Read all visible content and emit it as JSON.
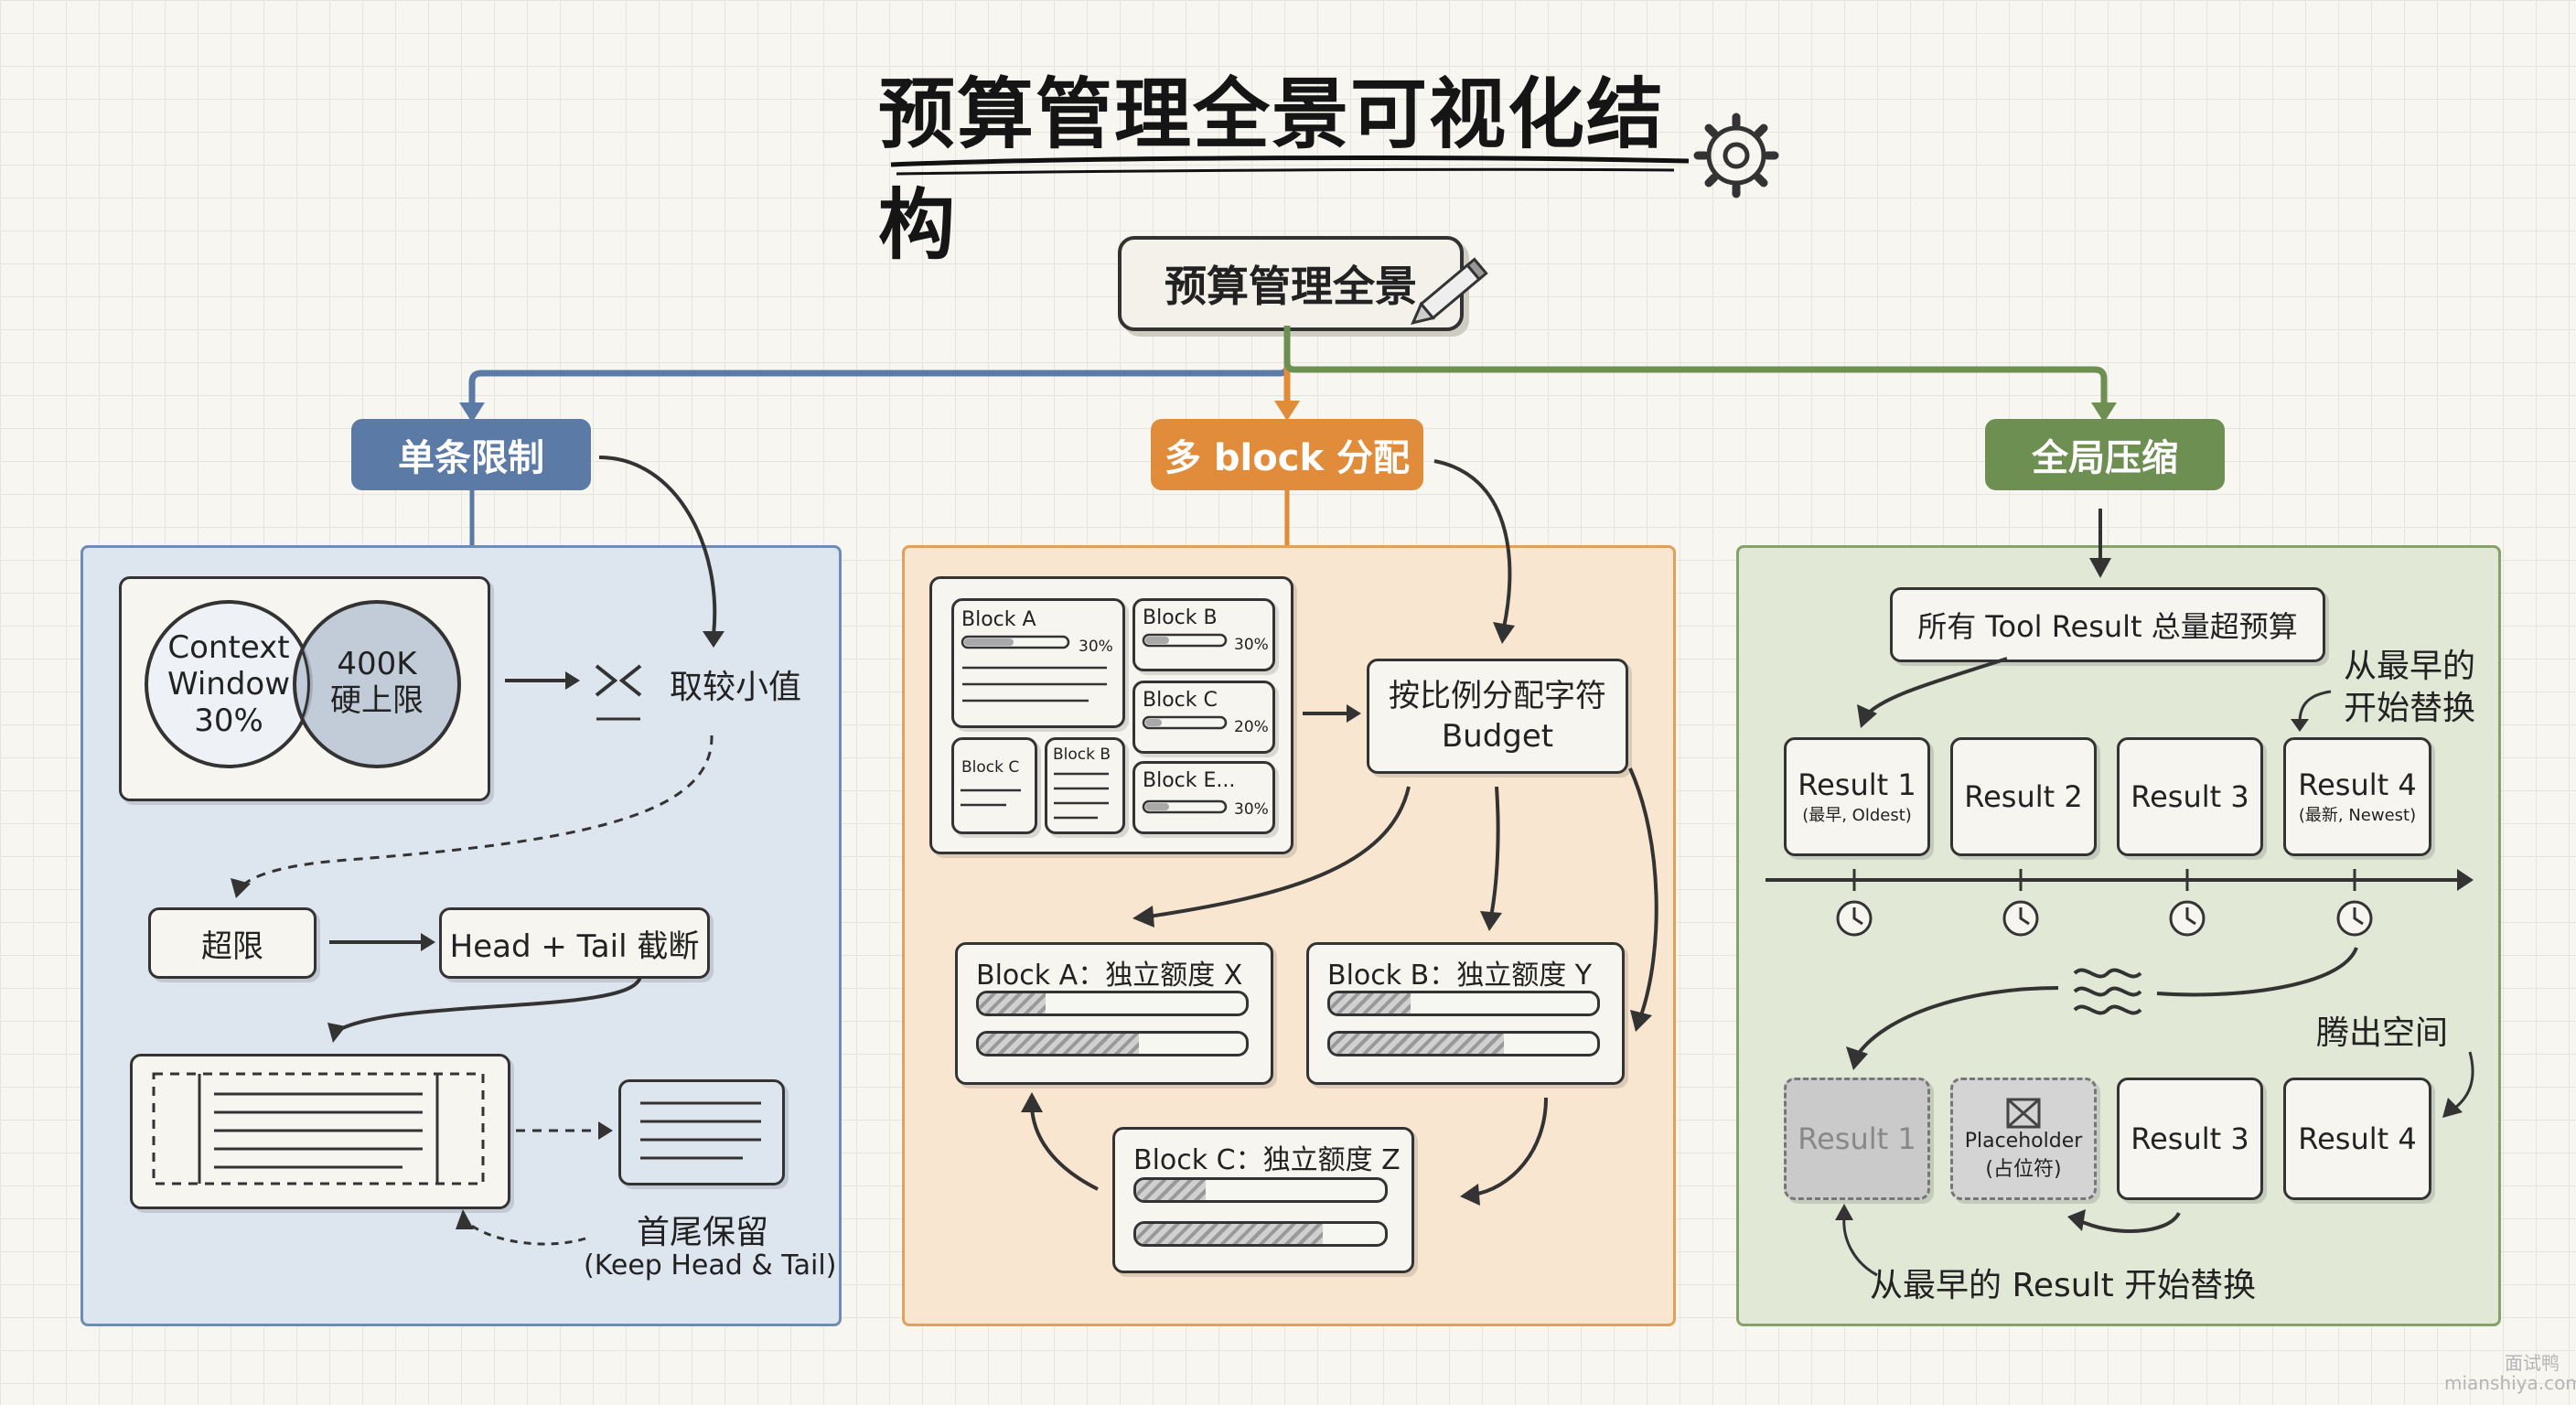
{
  "title": "预算管理全景可视化结构",
  "root": "预算管理全景",
  "branches": {
    "single": "单条限制",
    "multi": "多 block 分配",
    "global": "全局压缩"
  },
  "colors": {
    "blue": "#5b7ba6",
    "orange": "#e08c3a",
    "green": "#6e8f52"
  },
  "single": {
    "circle_left": [
      "Context",
      "Window",
      "30%"
    ],
    "circle_right": [
      "400K",
      "硬上限"
    ],
    "take_min": "取较小值",
    "over_limit": "超限",
    "truncate": "Head + Tail 截断",
    "keep_cn": "首尾保留",
    "keep_en": "(Keep Head & Tail)"
  },
  "multi": {
    "blocks": [
      {
        "name": "Block A",
        "pct": "30%",
        "fill": 0.3
      },
      {
        "name": "Block B",
        "pct": "30%",
        "fill": 0.3
      },
      {
        "name": "Block C",
        "pct": "20%",
        "fill": 0.2
      },
      {
        "name": "Block C",
        "pct": "",
        "fill": 0
      },
      {
        "name": "Block B",
        "pct": "",
        "fill": 0
      },
      {
        "name": "Block E...",
        "pct": "30%",
        "fill": 0.3
      }
    ],
    "allocate": [
      "按比例分配字符",
      "Budget"
    ],
    "quotas": [
      {
        "label": "Block A：独立额度 X",
        "fill1": 0.25,
        "fill2": 0.6
      },
      {
        "label": "Block B：独立额度 Y",
        "fill1": 0.3,
        "fill2": 0.65
      },
      {
        "label": "Block C：独立额度 Z",
        "fill1": 0.28,
        "fill2": 0.75
      }
    ]
  },
  "global": {
    "trigger": "所有 Tool Result 总量超预算",
    "replace_note": [
      "从最早的",
      "开始替换"
    ],
    "results_top": [
      {
        "name": "Result 1",
        "sub": "(最早, Oldest)"
      },
      {
        "name": "Result 2",
        "sub": ""
      },
      {
        "name": "Result 3",
        "sub": ""
      },
      {
        "name": "Result 4",
        "sub": "(最新, Newest)"
      }
    ],
    "free_space": "腾出空间",
    "results_bottom": [
      {
        "name": "Result 1",
        "sub": ""
      },
      {
        "name": "Placeholder",
        "sub": "(占位符)"
      },
      {
        "name": "Result 3",
        "sub": ""
      },
      {
        "name": "Result 4",
        "sub": ""
      }
    ],
    "bottom_note": "从最早的 Result 开始替换"
  },
  "watermark": [
    "面试鸭",
    "mianshiya.com"
  ]
}
